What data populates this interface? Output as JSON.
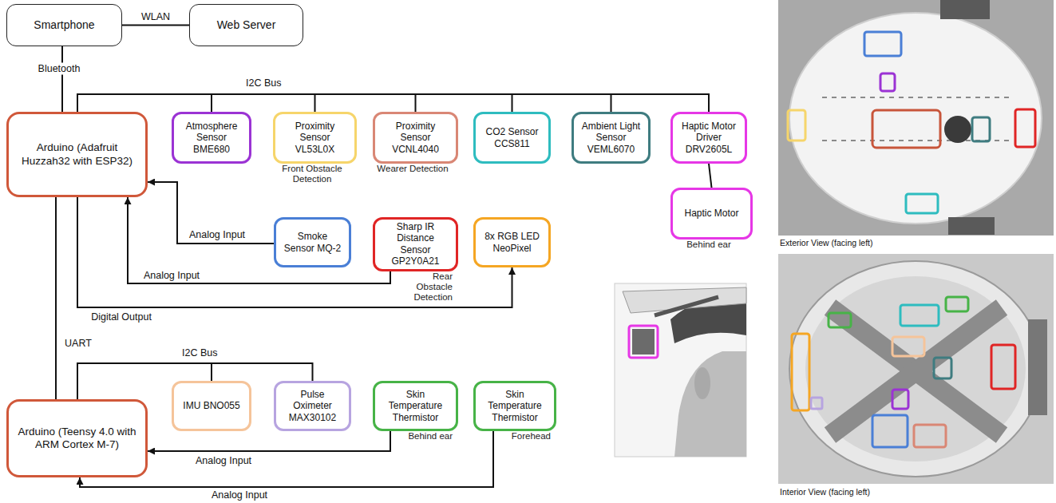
{
  "diagram": {
    "nodes": [
      {
        "text": [
          "Smartphone"
        ]
      },
      {
        "text": [
          "Web Server"
        ]
      },
      {
        "text": [
          "Arduino (Adafruit Huzzah32 with ESP32)"
        ]
      },
      {
        "text": [
          "Atmosphere Sensor BME680"
        ]
      },
      {
        "text": [
          "Proximity Sensor VL53L0X",
          "Front Obstacle Detection"
        ]
      },
      {
        "text": [
          "Proximity Sensor VCNL4040",
          "Wearer Detection"
        ]
      },
      {
        "text": [
          "CO2 Sensor CCS811"
        ]
      },
      {
        "text": [
          "Ambient Light Sensor VEML6070"
        ]
      },
      {
        "text": [
          "Haptic Motor Driver DRV2605L"
        ]
      },
      {
        "text": [
          "Haptic Motor",
          "Behind ear"
        ]
      },
      {
        "text": [
          "Smoke Sensor MQ-2"
        ]
      },
      {
        "text": [
          "Sharp IR Distance Sensor GP2Y0A21",
          "Rear Obstacle Detection"
        ]
      },
      {
        "text": [
          "8x RGB LED NeoPixel"
        ]
      },
      {
        "text": [
          "Arduino (Teensy 4.0 with ARM Cortex M-7)"
        ]
      },
      {
        "text": [
          "IMU BNO055"
        ]
      },
      {
        "text": [
          "Pulse Oximeter MAX30102"
        ]
      },
      {
        "text": [
          "Skin Temperature Thermistor",
          "Behind ear"
        ]
      },
      {
        "text": [
          "Skin Temperature Thermistor",
          "Forehead"
        ]
      }
    ],
    "edges": [
      {
        "from": 0,
        "to": 1,
        "arrow": "none",
        "label": "WLAN"
      },
      {
        "from": 0,
        "to": 2,
        "arrow": "none",
        "label": "Bluetooth"
      },
      {
        "from": 2,
        "to": 3,
        "arrow": "none"
      },
      {
        "from": 2,
        "to": 4,
        "arrow": "none"
      },
      {
        "from": 2,
        "to": 5,
        "arrow": "none"
      },
      {
        "from": 2,
        "to": 6,
        "arrow": "none"
      },
      {
        "from": 2,
        "to": 7,
        "arrow": "none"
      },
      {
        "from": 2,
        "to": 8,
        "arrow": "none"
      },
      {
        "from": 8,
        "to": 9,
        "arrow": "none"
      },
      {
        "from": 10,
        "to": 2,
        "arrow": "to",
        "label": "Analog Input"
      },
      {
        "from": 11,
        "to": 2,
        "arrow": "to",
        "label": "Analog Input"
      },
      {
        "from": 2,
        "to": 12,
        "arrow": "to",
        "label": "Digital Output"
      },
      {
        "from": 2,
        "to": 13,
        "arrow": "none",
        "label": "UART"
      },
      {
        "from": 13,
        "to": 14,
        "arrow": "none"
      },
      {
        "from": 13,
        "to": 15,
        "arrow": "none"
      },
      {
        "from": 16,
        "to": 13,
        "arrow": "to",
        "label": "Analog Input"
      },
      {
        "from": 17,
        "to": 13,
        "arrow": "to",
        "label": "Analog Input"
      }
    ],
    "labels": [
      "I2C Bus",
      "I2C Bus",
      "Exterior View (facing left)",
      "Interior View (facing left)"
    ]
  }
}
